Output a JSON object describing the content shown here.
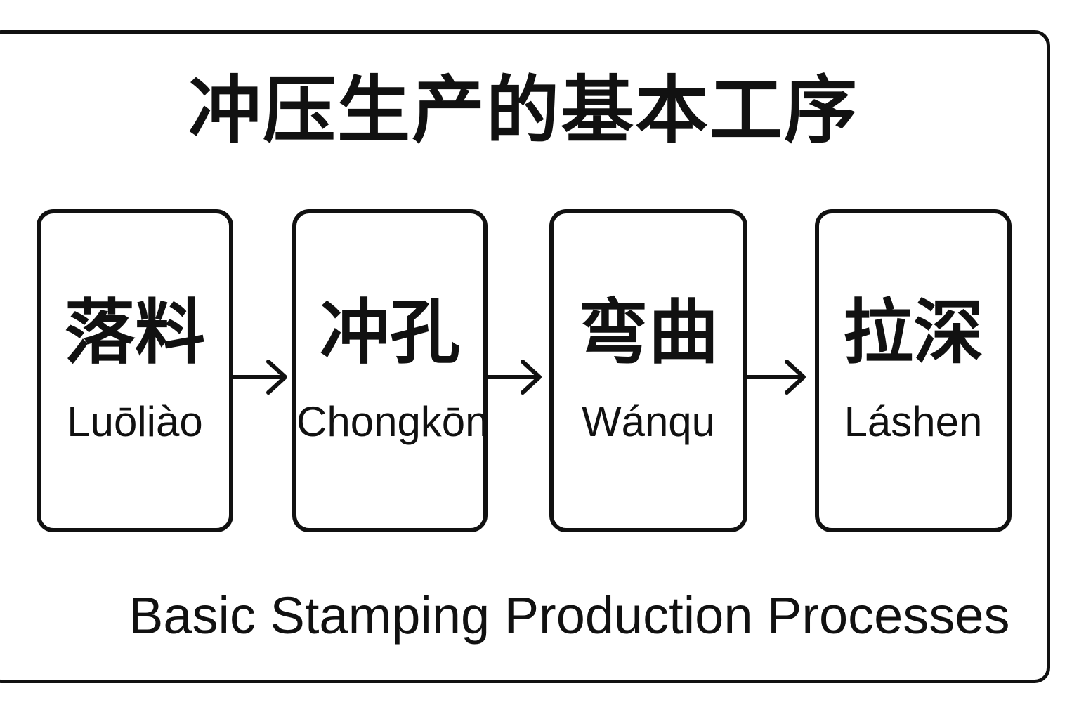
{
  "title": "冲压生产的基本工序",
  "steps": [
    {
      "zh": "落料",
      "pinyin": "Luōliào"
    },
    {
      "zh": "冲孔",
      "pinyin": "Chongkōn"
    },
    {
      "zh": "弯曲",
      "pinyin": "Wánqu"
    },
    {
      "zh": "拉深",
      "pinyin": "Láshen"
    }
  ],
  "subtitle": "Basic Stamping Production Processes"
}
